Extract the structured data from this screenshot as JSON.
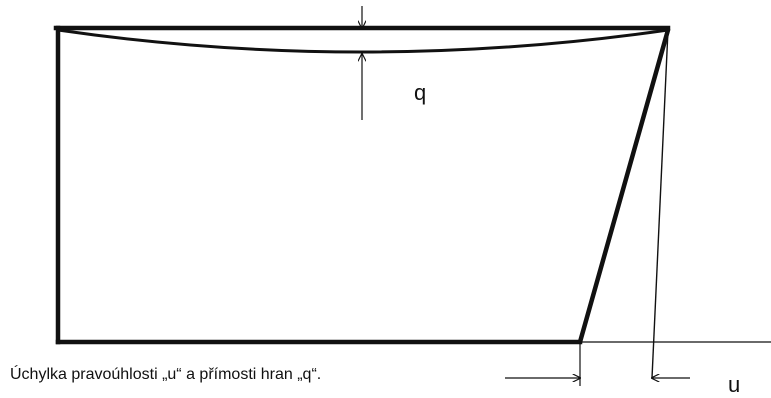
{
  "labels": {
    "q": "q",
    "u": "u"
  },
  "caption": "Úchylka pravoúhlosti „u“ a přímosti hran „q“.",
  "colors": {
    "stroke": "#111111"
  }
}
